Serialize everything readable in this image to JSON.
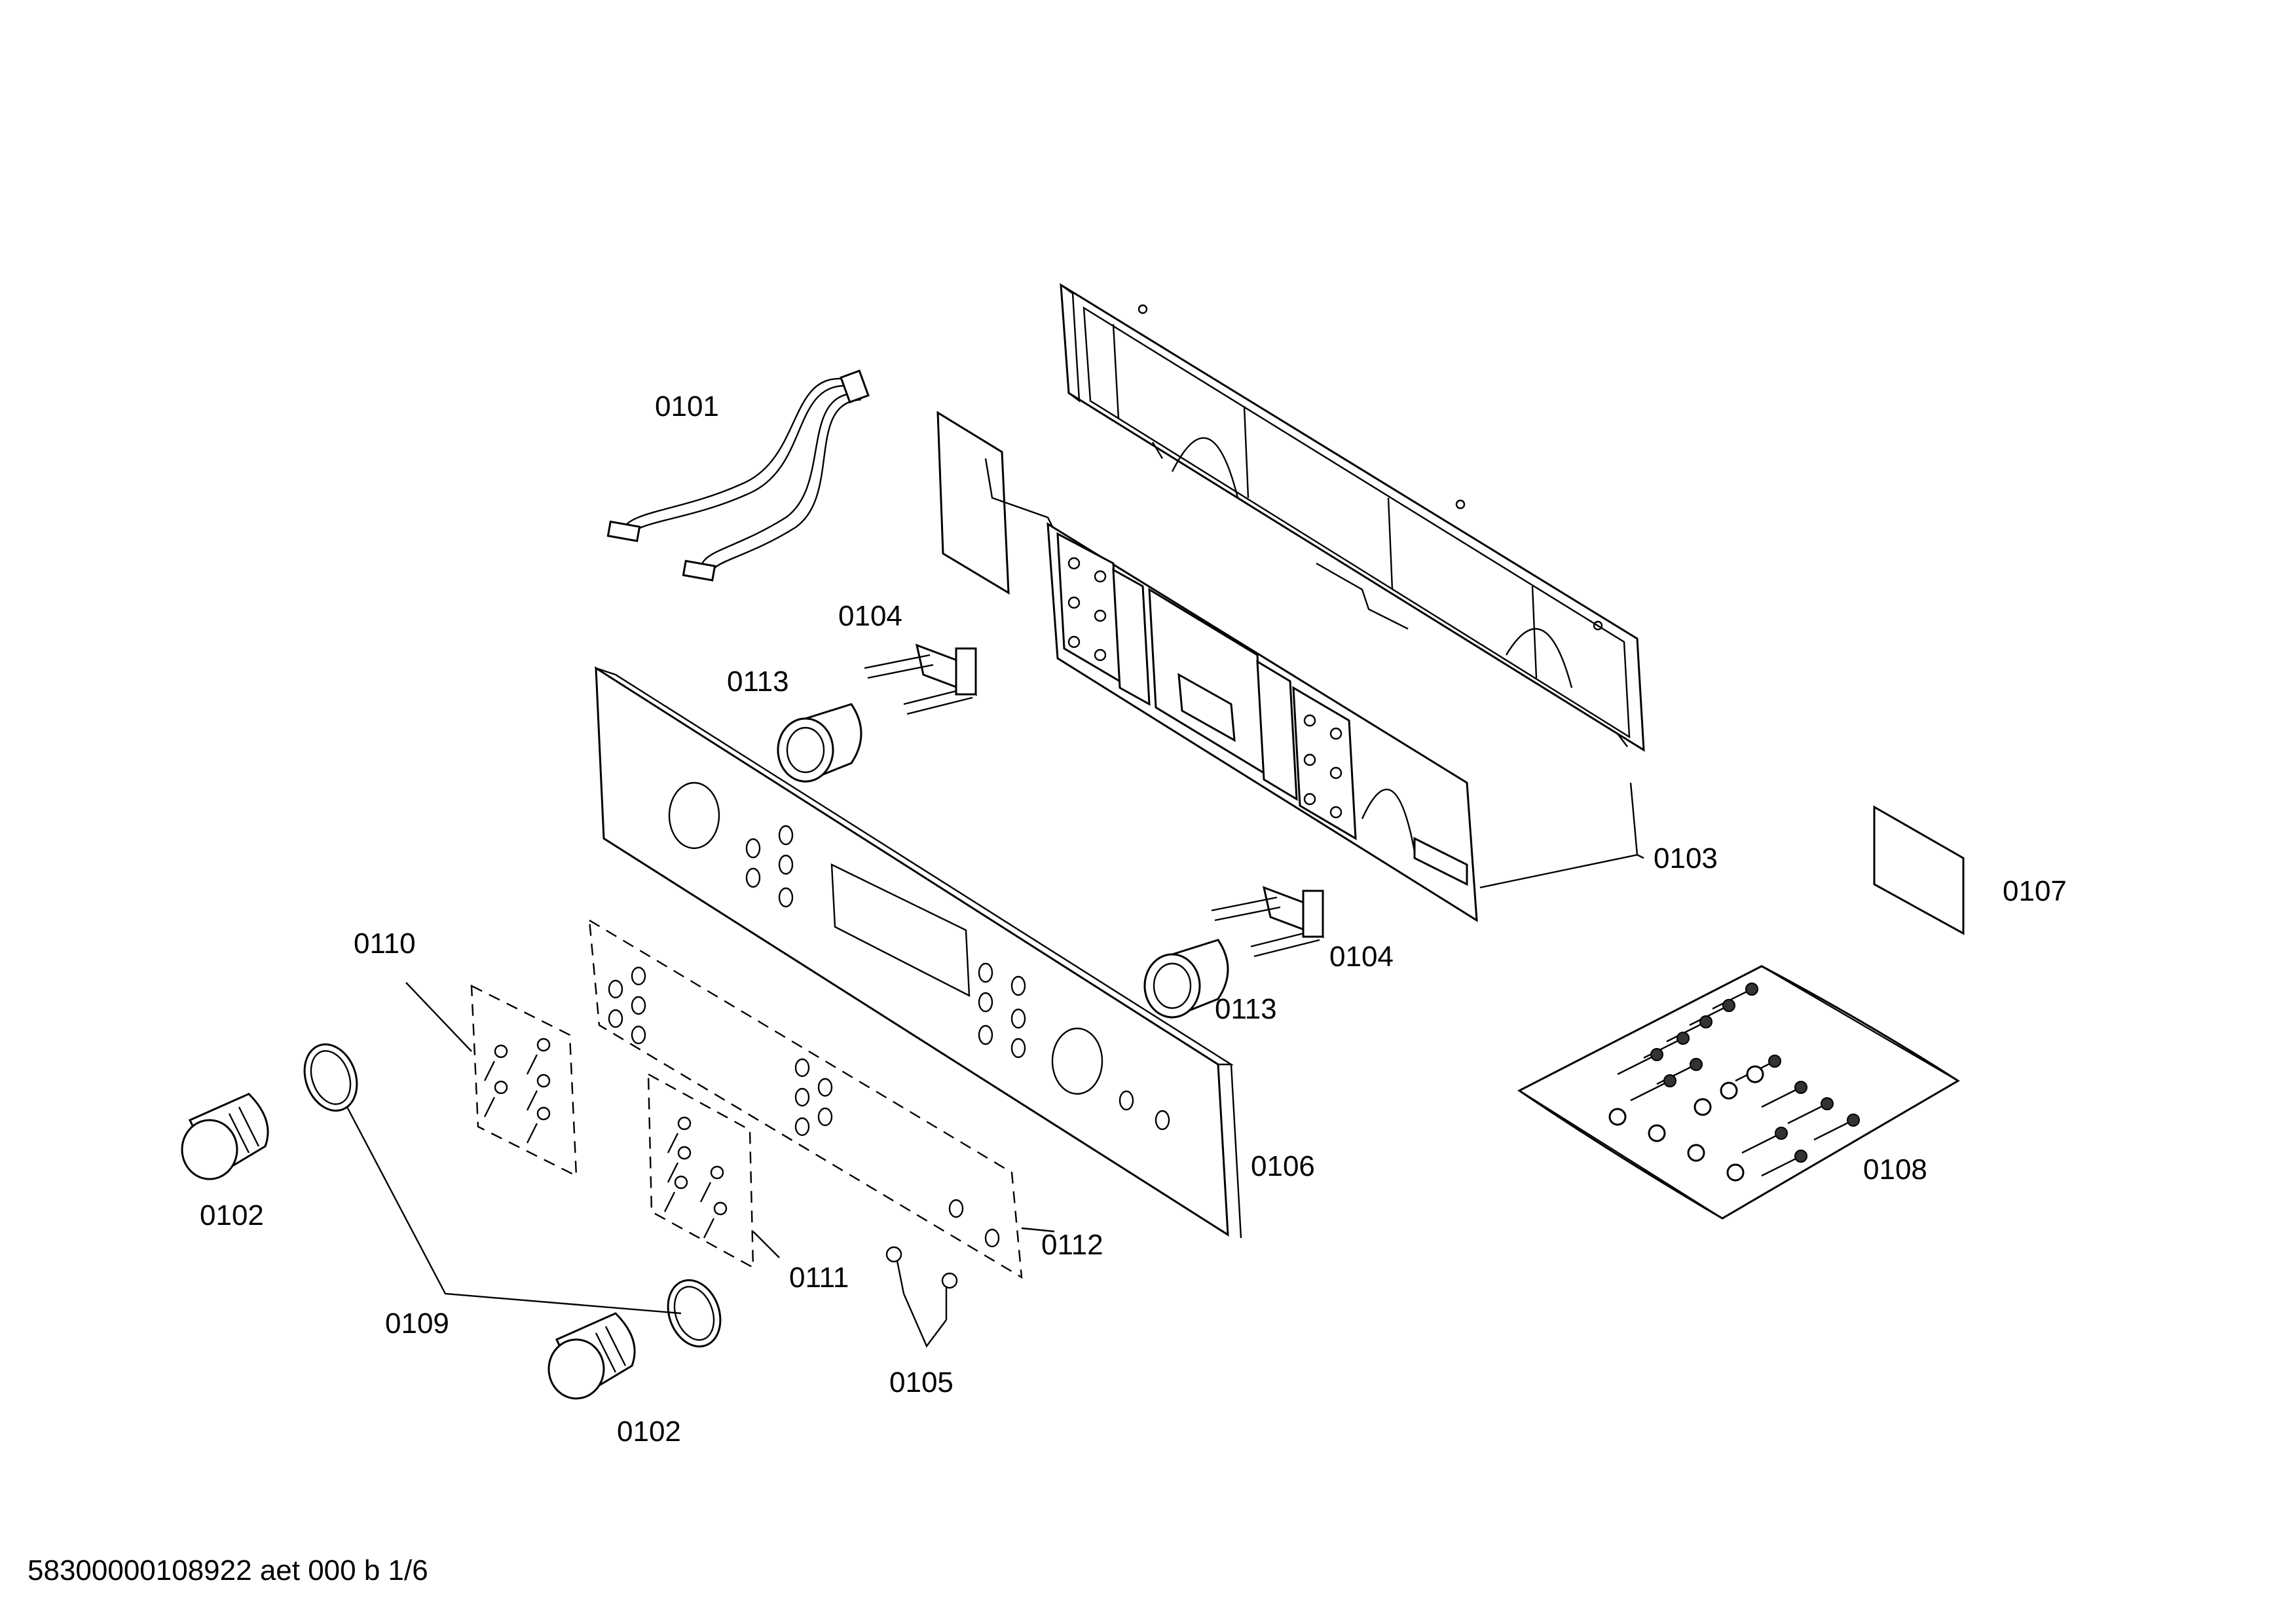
{
  "diagram": {
    "parts": [
      {
        "id": "0101",
        "label": "0101"
      },
      {
        "id": "0102",
        "label": "0102"
      },
      {
        "id": "0103",
        "label": "0103"
      },
      {
        "id": "0104",
        "label": "0104"
      },
      {
        "id": "0105",
        "label": "0105"
      },
      {
        "id": "0106",
        "label": "0106"
      },
      {
        "id": "0107",
        "label": "0107"
      },
      {
        "id": "0108",
        "label": "0108"
      },
      {
        "id": "0109",
        "label": "0109"
      },
      {
        "id": "0110",
        "label": "0110"
      },
      {
        "id": "0111",
        "label": "0111"
      },
      {
        "id": "0112",
        "label": "0112"
      },
      {
        "id": "0113",
        "label": "0113"
      }
    ],
    "footer": "58300000108922 aet 000 b 1/6"
  }
}
